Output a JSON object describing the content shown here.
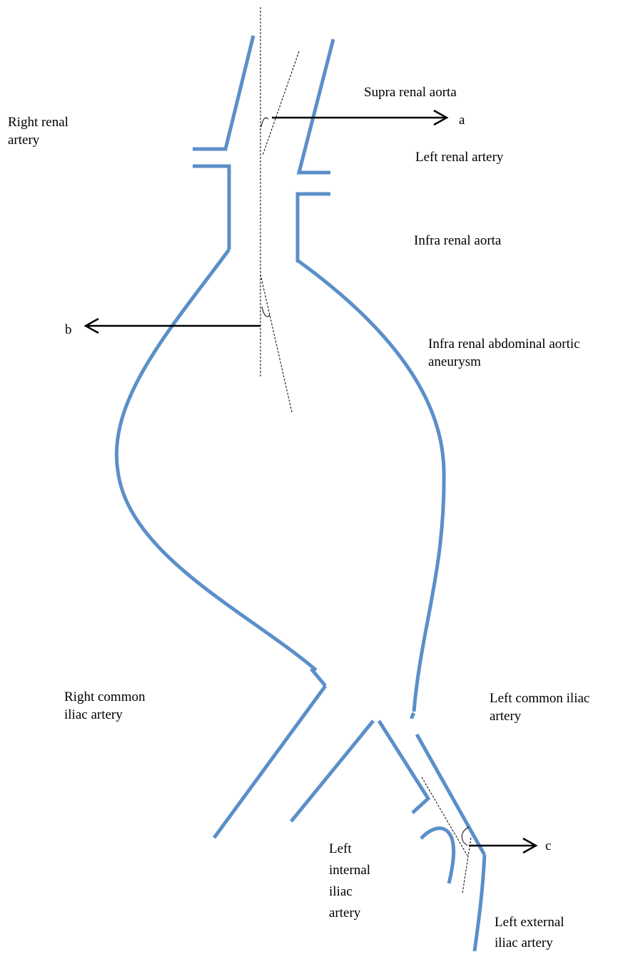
{
  "labels": {
    "right_renal_artery": "Right renal\nartery",
    "supra_renal_aorta": "Supra renal aorta",
    "left_renal_artery": "Left renal artery",
    "infra_renal_aorta": "Infra renal aorta",
    "infra_renal_aaa": "Infra renal abdominal aortic\naneurysm",
    "right_common_iliac": "Right common\niliac artery",
    "left_common_iliac": "Left common iliac\nartery",
    "left_internal_iliac": "Left\ninternal\niliac\nartery",
    "left_external_iliac": "Left external\niliac artery"
  },
  "angle_markers": {
    "a": "a",
    "b": "b",
    "c": "c"
  },
  "colors": {
    "vessel": "#5b8fc9",
    "line": "#000000"
  }
}
